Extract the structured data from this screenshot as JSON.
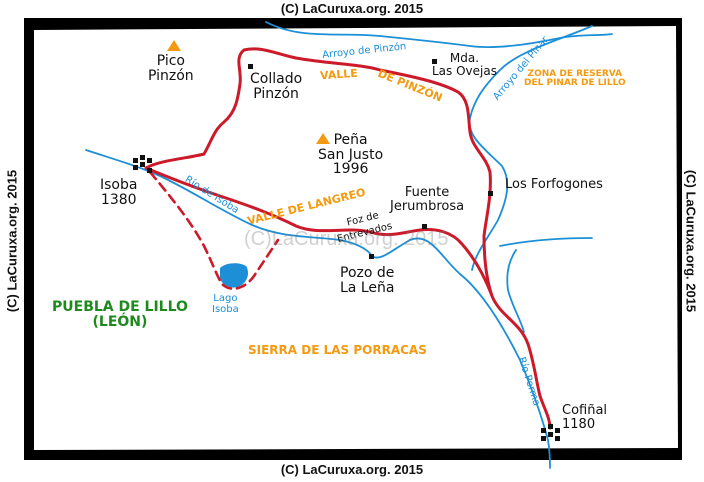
{
  "credits": {
    "top": "(C) LaCuruxa.org. 2015",
    "bottom": "(C) LaCuruxa.org. 2015",
    "left": "(C) LaCuruxa.org. 2015",
    "right": "(C) LaCuruxa.org. 2015",
    "watermark": "(C)LaCuruxa.org. 2015"
  },
  "peaks": {
    "pico_pinzon": [
      "Pico",
      "Pinzón"
    ],
    "pena_san_justo": [
      "Peña",
      "San Justo",
      "1996"
    ]
  },
  "places": {
    "collado_pinzon": [
      "Collado",
      "Pinzón"
    ],
    "mda_ovejas": [
      "Mda.",
      "Las Ovejas"
    ],
    "isoba": [
      "Isoba",
      "1380"
    ],
    "fuente_jerumbrosa": [
      "Fuente",
      "Jerumbrosa"
    ],
    "foz_entrevados": [
      "Foz de",
      "Entrevados"
    ],
    "pozo_lena": [
      "Pozo de",
      "La Leña"
    ],
    "los_forfogones": "Los Forfogones",
    "cofinal": [
      "Cofiñal",
      "1180"
    ]
  },
  "valleys": {
    "valle_pinzon_1": "VALLE",
    "valle_pinzon_2": "DE PINZÓN",
    "valle_langreo": "VALLE DE LANGREO",
    "sierra": "SIERRA DE LAS PORRACAS",
    "reserva": [
      "ZONA DE RESERVA",
      "DEL PINAR DE LILLO"
    ]
  },
  "water": {
    "arroyo_pinzon": "Arroyo de Pinzón",
    "arroyo_pinar": "Arroyo del Pinar",
    "rio_isoba": "Río de Isoba",
    "rio_porma": "Río Porma",
    "lago": [
      "Lago",
      "Isoba"
    ]
  },
  "region": [
    "PUEBLA DE LILLO",
    "(LEÓN)"
  ],
  "colors": {
    "route": "#cc1a2a",
    "river": "#1c8fd6",
    "lake": "#1c8fd6",
    "peak": "#f39a10",
    "valley_text": "#f39a10",
    "region_text": "#1e8a1e",
    "border": "#000000",
    "ground": "#ffffff"
  }
}
